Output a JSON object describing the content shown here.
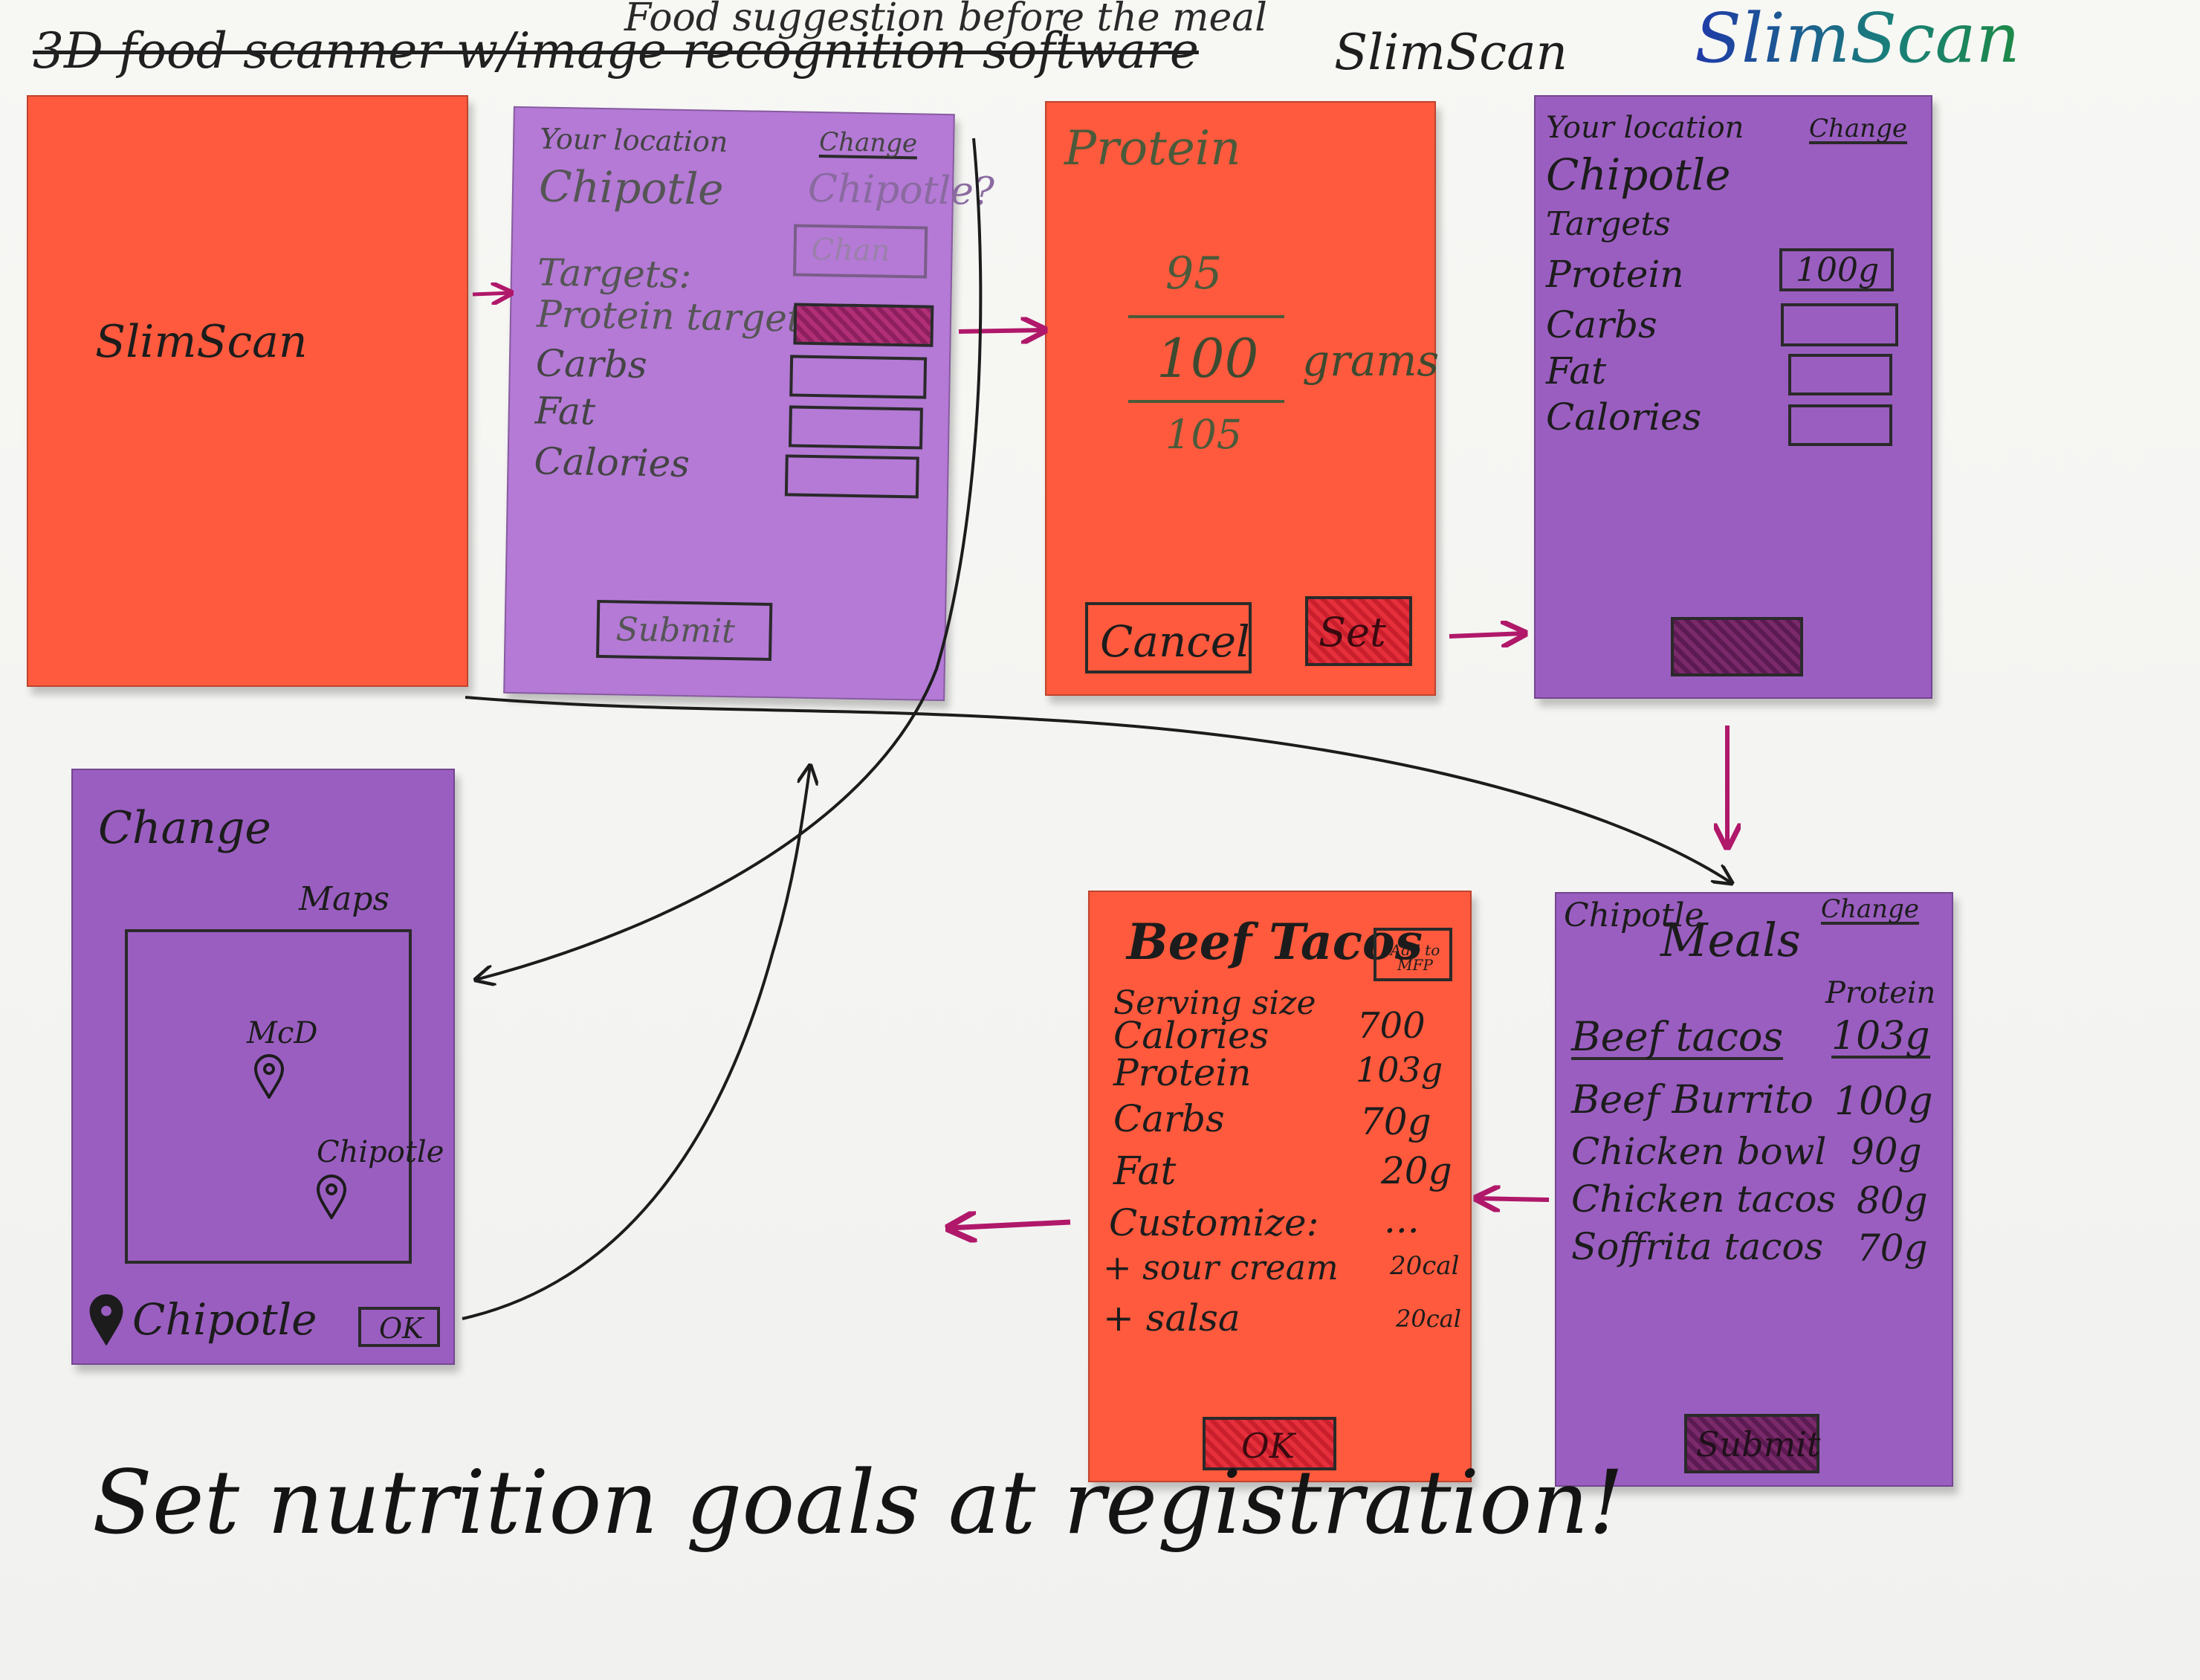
{
  "header": {
    "struck_title": "3D food scanner w/image recognition software",
    "suggestion_note": "Food suggestion before the meal",
    "app_name_gray": "SlimScan",
    "brand": "SlimScan"
  },
  "splash": {
    "app_name": "SlimScan"
  },
  "targets_screen": {
    "location_label": "Your location",
    "change_link": "Change",
    "location_value": "Chipotle",
    "location_alt": "Chipotle?",
    "targets_label": "Targets:",
    "protein_label": "Protein target",
    "carbs_label": "Carbs",
    "fat_label": "Fat",
    "calories_label": "Calories",
    "submit_label": "Submit",
    "top_right_box": "Chan"
  },
  "protein_picker": {
    "title": "Protein",
    "values": [
      "95",
      "100",
      "105"
    ],
    "unit": "grams",
    "cancel_label": "Cancel",
    "set_label": "Set"
  },
  "targets_set_screen": {
    "location_label": "Your location",
    "change_link": "Change",
    "location_value": "Chipotle",
    "targets_label": "Targets",
    "protein_label": "Protein",
    "protein_value": "100g",
    "carbs_label": "Carbs",
    "fat_label": "Fat",
    "calories_label": "Calories"
  },
  "change_screen": {
    "title": "Change",
    "map_label": "Maps",
    "pin_mcd": "McD",
    "pin_chipotle": "Chipotle",
    "selected_location": "Chipotle",
    "ok_label": "OK"
  },
  "meals_screen": {
    "restaurant": "Chipotle",
    "heading": "Meals",
    "change_link": "Change",
    "column_label": "Protein",
    "items": [
      {
        "name": "Beef tacos",
        "protein": "103g"
      },
      {
        "name": "Beef Burrito",
        "protein": "100g"
      },
      {
        "name": "Chicken bowl",
        "protein": "90g"
      },
      {
        "name": "Chicken tacos",
        "protein": "80g"
      },
      {
        "name": "Soffrita tacos",
        "protein": "70g"
      }
    ],
    "submit_label": "Submit"
  },
  "detail_screen": {
    "title": "Beef Tacos",
    "add_button": "Add to MFP",
    "serving_label": "Serving size",
    "rows": [
      {
        "label": "Calories",
        "value": "700"
      },
      {
        "label": "Protein",
        "value": "103g"
      },
      {
        "label": "Carbs",
        "value": "70g"
      },
      {
        "label": "Fat",
        "value": "20g"
      }
    ],
    "customize_label": "Customize:",
    "customize_dots": "...",
    "addons": [
      {
        "label": "+ sour cream",
        "value": "20cal"
      },
      {
        "label": "+ salsa",
        "value": "20cal"
      }
    ],
    "ok_label": "OK"
  },
  "footer_note": "Set nutrition goals at registration!",
  "colors": {
    "orange_note": "#ff5a3d",
    "purple_note": "#9a5ec0",
    "arrow_magenta": "#b0186a",
    "ink": "#1c1c1c"
  }
}
